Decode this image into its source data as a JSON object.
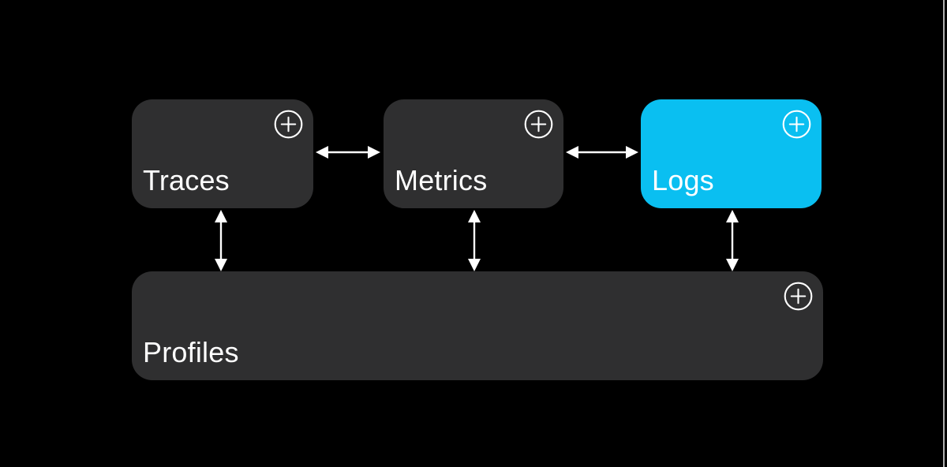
{
  "diagram": {
    "nodes": [
      {
        "id": "traces",
        "label": "Traces",
        "highlighted": false,
        "icon": "plus-circle-icon"
      },
      {
        "id": "metrics",
        "label": "Metrics",
        "highlighted": false,
        "icon": "plus-circle-icon"
      },
      {
        "id": "logs",
        "label": "Logs",
        "highlighted": true,
        "icon": "plus-circle-icon"
      },
      {
        "id": "profiles",
        "label": "Profiles",
        "highlighted": false,
        "icon": "plus-circle-icon"
      }
    ],
    "edges": [
      {
        "from": "traces",
        "to": "metrics",
        "style": "double-headed-arrow"
      },
      {
        "from": "metrics",
        "to": "logs",
        "style": "double-headed-arrow"
      },
      {
        "from": "traces",
        "to": "profiles",
        "style": "double-headed-arrow"
      },
      {
        "from": "metrics",
        "to": "profiles",
        "style": "double-headed-arrow"
      },
      {
        "from": "logs",
        "to": "profiles",
        "style": "double-headed-arrow"
      }
    ],
    "colors": {
      "background": "#000000",
      "node_fill": "#2F2F30",
      "highlight_fill": "#0ABFF1",
      "text": "#FFFFFF",
      "arrow": "#FFFFFF"
    }
  }
}
